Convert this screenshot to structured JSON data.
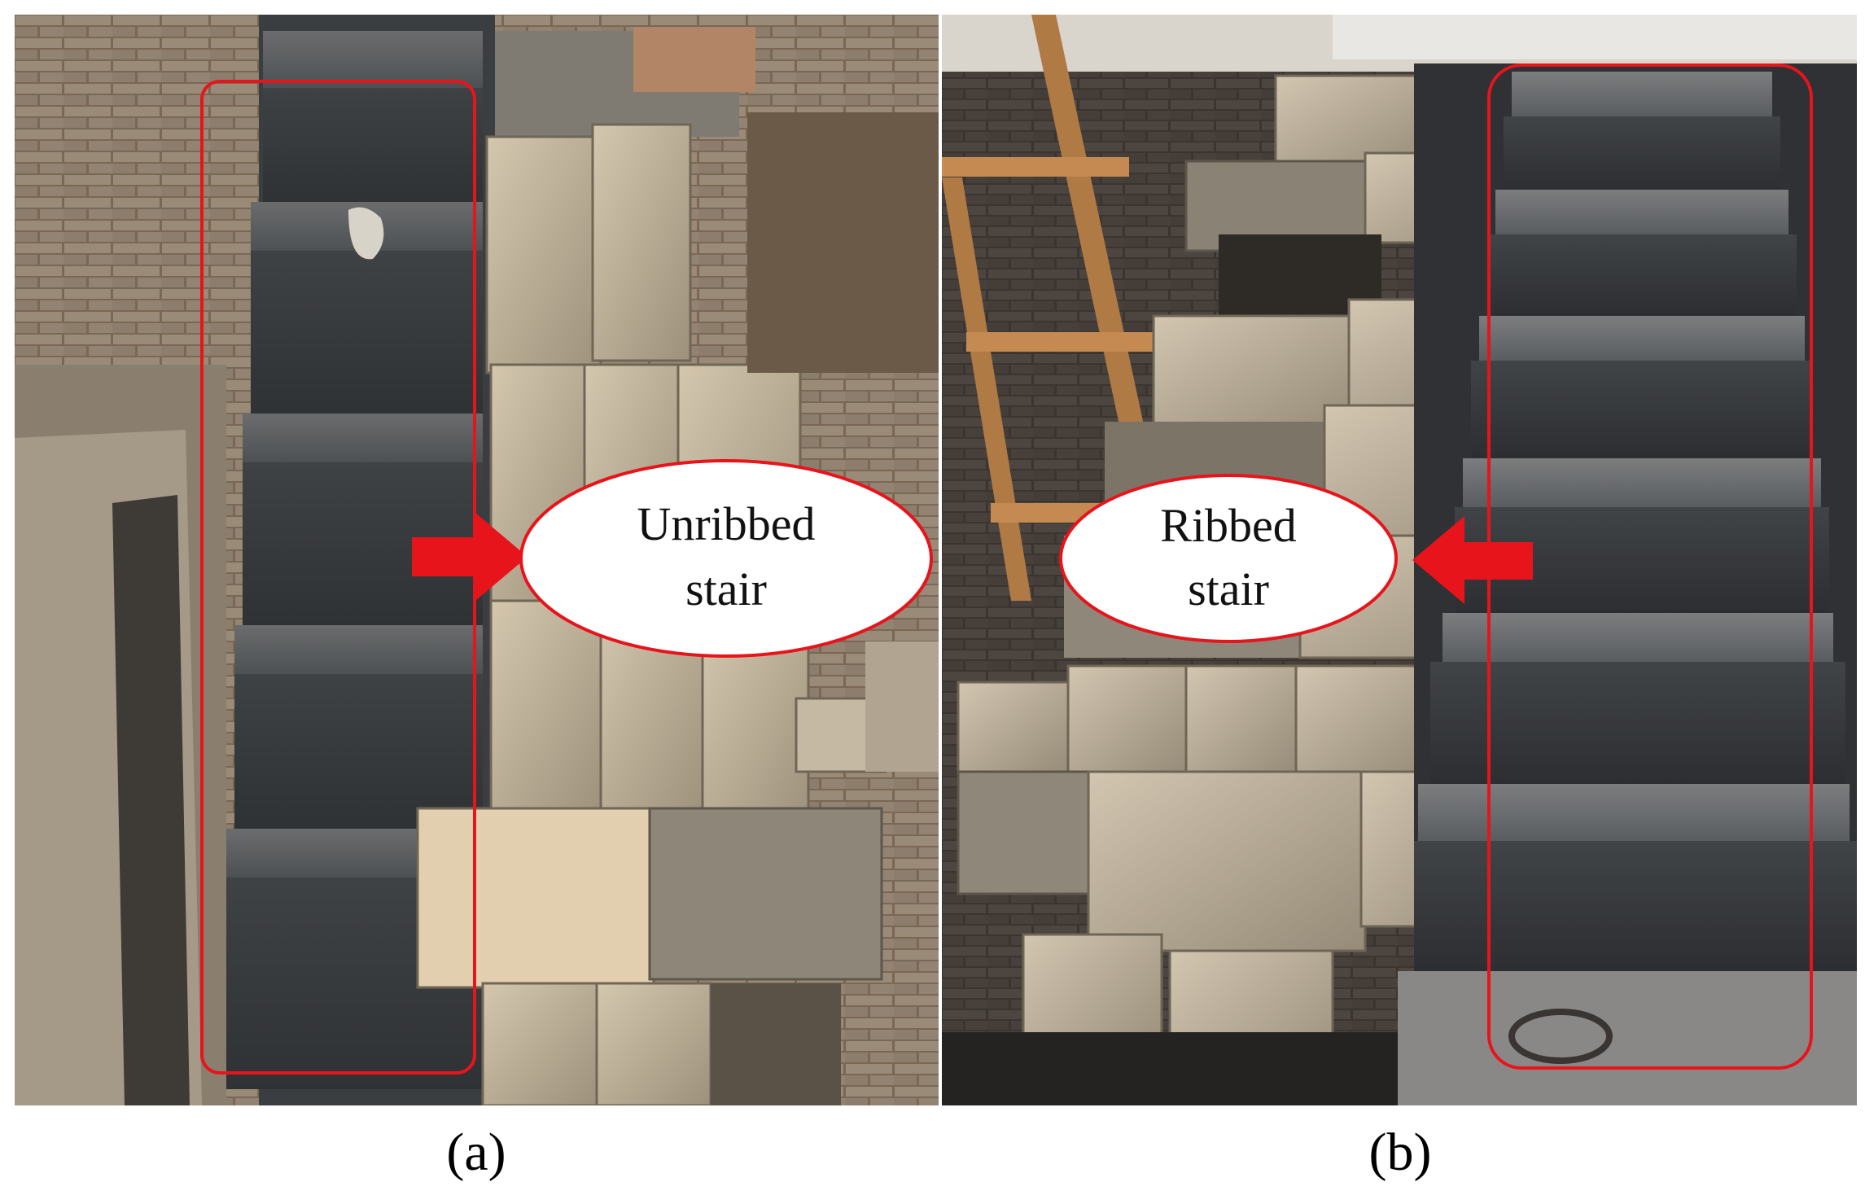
{
  "panels": [
    {
      "caption": "(a)",
      "label_line1": "Unribbed",
      "label_line2": "stair"
    },
    {
      "caption": "(b)",
      "label_line1": "Ribbed",
      "label_line2": "stair"
    }
  ],
  "colors": {
    "highlight": "#e8141c",
    "concrete": "#4a4d50",
    "brick": "#bfb39c",
    "wall": "#7d6a58"
  }
}
